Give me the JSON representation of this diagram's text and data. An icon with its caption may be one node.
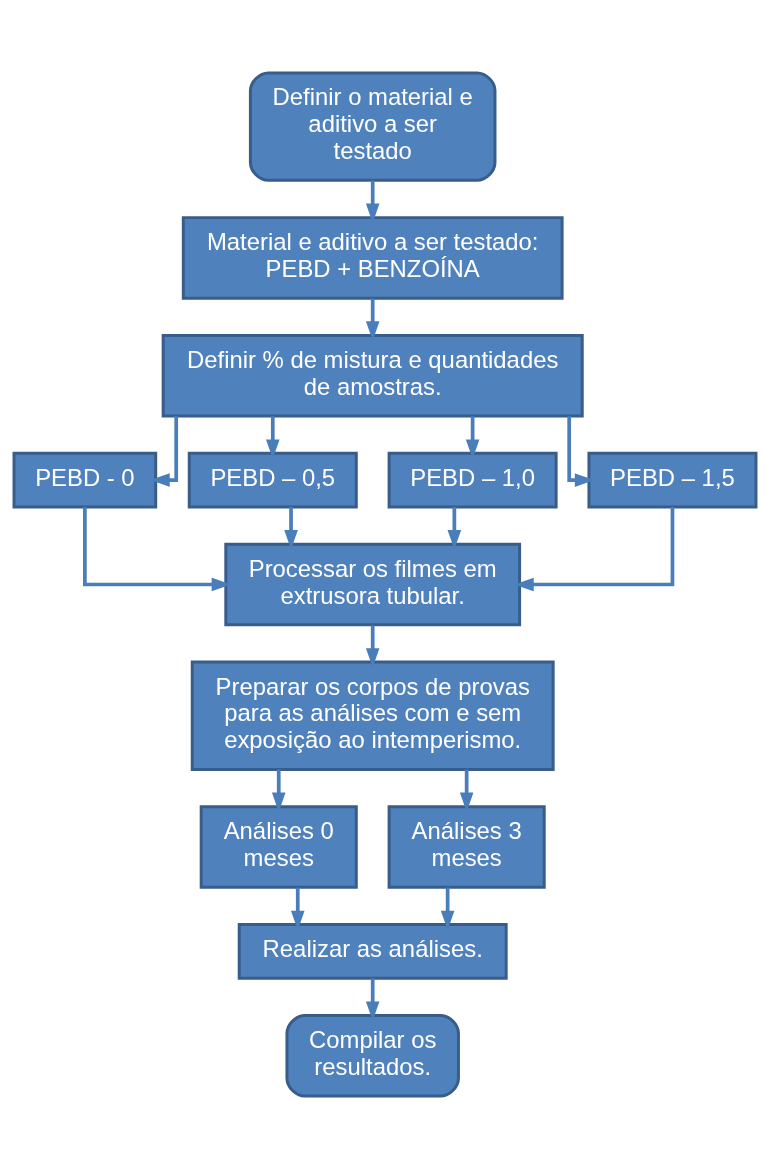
{
  "diagram": {
    "nodes": [
      {
        "text": [
          "Definir o material e aditivo a ser testado"
        ]
      },
      {
        "text": [
          "Material e aditivo a ser testado: PEBD + BENZOÍNA"
        ]
      },
      {
        "text": [
          "Definir % de mistura e quantidades de amostras."
        ]
      },
      {
        "text": [
          "PEBD - 0"
        ]
      },
      {
        "text": [
          "PEBD – 0,5"
        ]
      },
      {
        "text": [
          "PEBD – 1,0"
        ]
      },
      {
        "text": [
          "PEBD – 1,5"
        ]
      },
      {
        "text": [
          "Processar os filmes em extrusora tubular."
        ]
      },
      {
        "text": [
          "Preparar os corpos de provas para as análises com e sem exposição ao intemperismo."
        ]
      },
      {
        "text": [
          "Análises 0 meses"
        ]
      },
      {
        "text": [
          "Análises 3 meses"
        ]
      },
      {
        "text": [
          "Realizar as análises."
        ]
      },
      {
        "text": [
          "Compilar os resultados."
        ]
      }
    ],
    "edges": [
      {
        "from": 0,
        "to": 1,
        "arrow": "to"
      },
      {
        "from": 1,
        "to": 2,
        "arrow": "to"
      },
      {
        "from": 2,
        "to": 3,
        "arrow": "to"
      },
      {
        "from": 2,
        "to": 4,
        "arrow": "to"
      },
      {
        "from": 2,
        "to": 5,
        "arrow": "to"
      },
      {
        "from": 2,
        "to": 6,
        "arrow": "to"
      },
      {
        "from": 3,
        "to": 7,
        "arrow": "to"
      },
      {
        "from": 4,
        "to": 7,
        "arrow": "to"
      },
      {
        "from": 5,
        "to": 7,
        "arrow": "to"
      },
      {
        "from": 6,
        "to": 7,
        "arrow": "to"
      },
      {
        "from": 7,
        "to": 8,
        "arrow": "to"
      },
      {
        "from": 8,
        "to": 9,
        "arrow": "to"
      },
      {
        "from": 8,
        "to": 10,
        "arrow": "to"
      },
      {
        "from": 9,
        "to": 11,
        "arrow": "to"
      },
      {
        "from": 10,
        "to": 11,
        "arrow": "to"
      },
      {
        "from": 11,
        "to": 12,
        "arrow": "to"
      }
    ]
  }
}
